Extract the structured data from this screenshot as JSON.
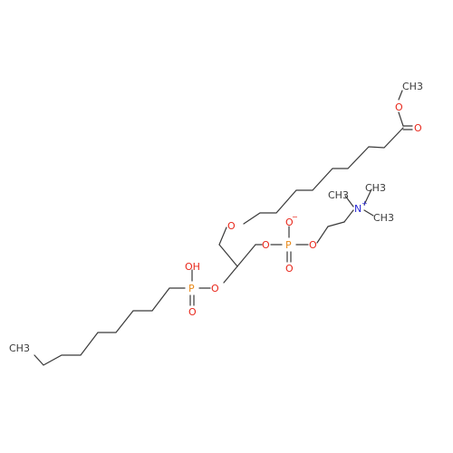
{
  "colors": {
    "bond": "#3a3a3a",
    "oxygen": "#e8261a",
    "phosphorus": "#e88a1a",
    "nitrogen": "#2a2ad6",
    "carbon": "#3a3a3a",
    "background": "#ffffff"
  },
  "labels": {
    "methyl_ester": "CH3",
    "ester_o": "O",
    "carbonyl_o": "O",
    "ether_o": "O",
    "o_minus": "O",
    "o_minus_charge": "−",
    "p_main": "P",
    "p_main_o1": "O",
    "p_main_o2": "O",
    "p_main_dbl_o": "O",
    "n_plus": "N",
    "n_plus_charge": "+",
    "n_methyl_1": "CH3",
    "n_methyl_2": "CH3",
    "n_methyl_3": "CH3",
    "oh": "OH",
    "p_phosphonate": "P",
    "p_phosphonate_o": "O",
    "p_phosphonate_dbl_o": "O",
    "terminal_ch3": "CH3"
  }
}
